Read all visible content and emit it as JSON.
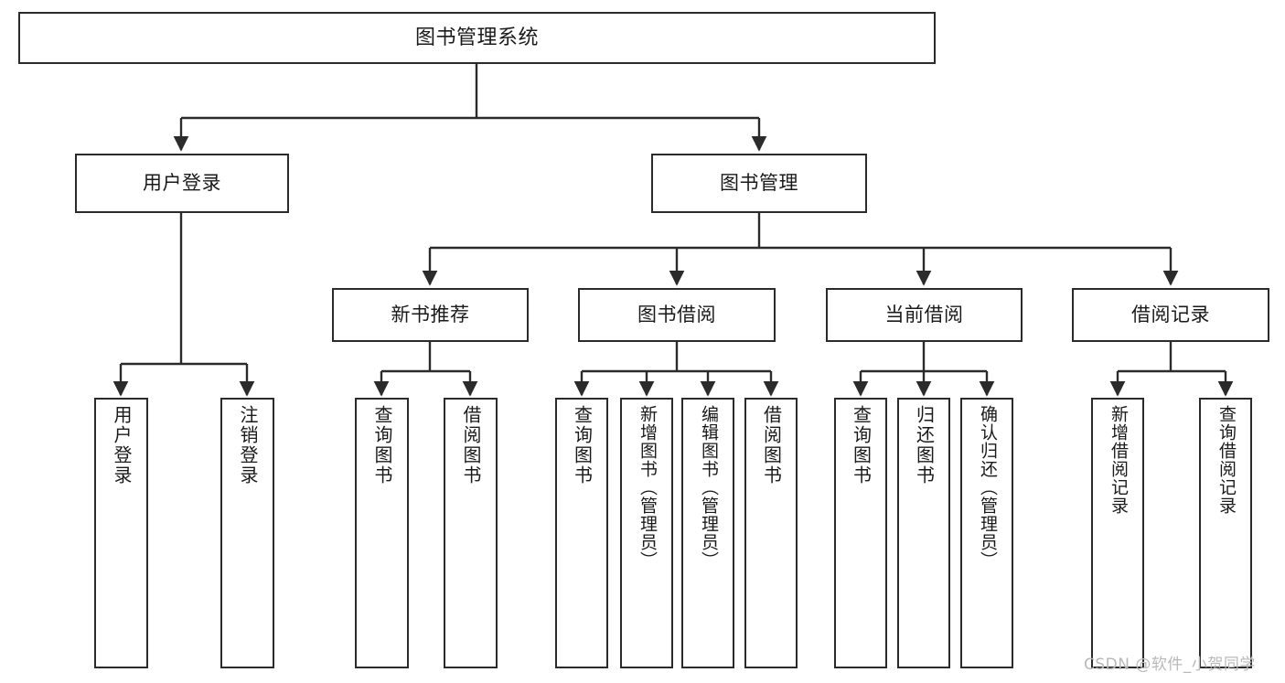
{
  "diagram": {
    "title": "图书管理系统",
    "watermark": "CSDN @软件_小贺同学",
    "type": "tree",
    "stroke_color": "#2b2b2b",
    "background_color": "#ffffff",
    "text_color": "#1a1a1a",
    "watermark_color": "#b9b9b9"
  },
  "nodes": {
    "root": {
      "label": "图书管理系统"
    },
    "level1": [
      {
        "label": "用户登录"
      },
      {
        "label": "图书管理"
      }
    ],
    "level2": [
      {
        "label": "新书推荐"
      },
      {
        "label": "图书借阅"
      },
      {
        "label": "当前借阅"
      },
      {
        "label": "借阅记录"
      }
    ],
    "leaves": {
      "user_login": [
        {
          "label": "用户登录"
        },
        {
          "label": "注销登录"
        }
      ],
      "new_book_recommend": [
        {
          "label": "查询图书"
        },
        {
          "label": "借阅图书"
        }
      ],
      "book_borrow": [
        {
          "label": "查询图书"
        },
        {
          "label": "新增图书（管理员）"
        },
        {
          "label": "编辑图书（管理员）"
        },
        {
          "label": "借阅图书"
        }
      ],
      "current_borrow": [
        {
          "label": "查询图书"
        },
        {
          "label": "归还图书"
        },
        {
          "label": "确认归还（管理员）"
        }
      ],
      "borrow_record": [
        {
          "label": "新增借阅记录"
        },
        {
          "label": "查询借阅记录"
        }
      ]
    }
  }
}
